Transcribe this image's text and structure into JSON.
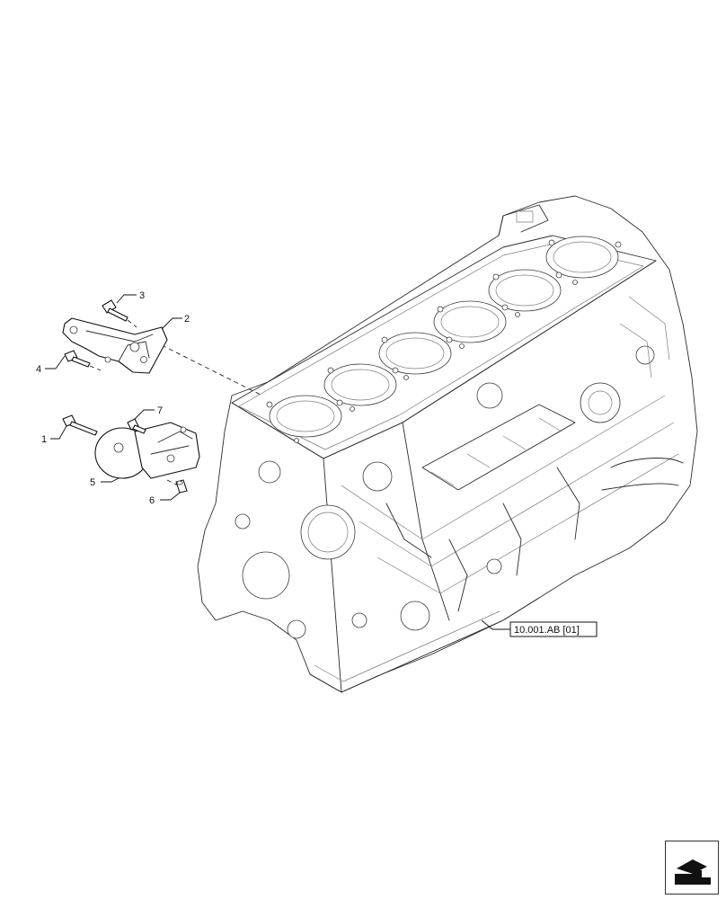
{
  "callouts": {
    "c1": "1",
    "c2": "2",
    "c3": "3",
    "c4": "4",
    "c5": "5",
    "c6": "6",
    "c7": "7"
  },
  "reference": {
    "label": "10.001.AB [01]"
  },
  "navigation": {
    "icon": "next-page-arrow-icon"
  }
}
